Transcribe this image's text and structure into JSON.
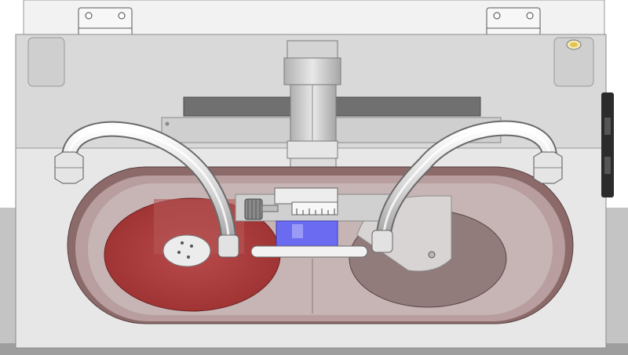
{
  "scene": {
    "description_name": "cad-rendering-machine-enclosure",
    "colors": {
      "background": "#ffffff",
      "floor": "#bdbdbd",
      "enclosure_glass": "#d8d8d8",
      "enclosure_lower": "#e6e6e6",
      "dark_bar": "#6d6d6d",
      "tray_rim": "#7f5f5f",
      "left_plate": "#a63a3a",
      "right_plate": "#8f7878",
      "specimen_holder": "#6f6fff",
      "tube_metal": "#e0e0e0",
      "hardware_metal": "#f4f4f4"
    },
    "scale_ticks": [
      "5",
      "10",
      "15",
      "20"
    ],
    "indicator_light": "amber"
  }
}
